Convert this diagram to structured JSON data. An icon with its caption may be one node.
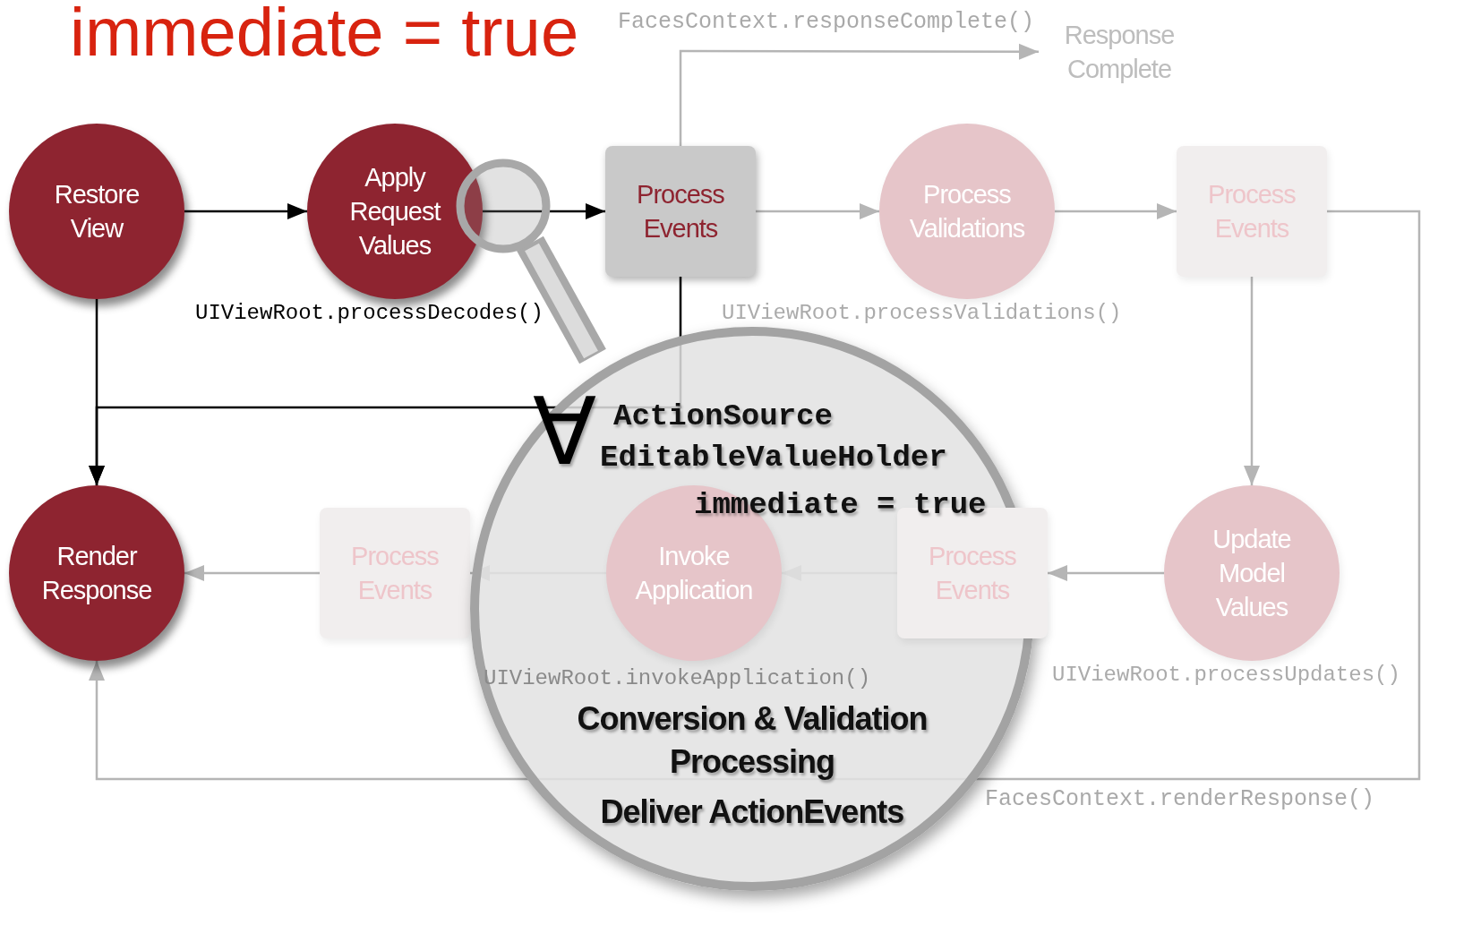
{
  "diagram": {
    "title": "immediate = true",
    "nodes": [
      {
        "text": [
          "Restore View"
        ]
      },
      {
        "text": [
          "Apply Request Values"
        ],
        "beside": [
          "UIViewRoot.processDecodes()"
        ]
      },
      {
        "text": [
          "Process Events"
        ]
      },
      {
        "text": [
          "Process Validations"
        ],
        "beside": [
          "UIViewRoot.processValidations()"
        ]
      },
      {
        "text": [
          "Process Events"
        ]
      },
      {
        "text": [
          "Response Complete"
        ]
      },
      {
        "text": [
          "Update Model Values"
        ],
        "beside": [
          "UIViewRoot.processUpdates()"
        ]
      },
      {
        "text": [
          "Process Events"
        ]
      },
      {
        "text": [
          "Invoke Application"
        ],
        "beside": [
          "UIViewRoot.invokeApplication()"
        ]
      },
      {
        "text": [
          "Process Events"
        ]
      },
      {
        "text": [
          "Render Response"
        ]
      }
    ],
    "labels": [
      "∀",
      "ActionSource",
      "EditableValueHolder",
      "immediate = true",
      "Conversion & Validation Processing",
      "Deliver ActionEvents"
    ],
    "edges": [
      {
        "from": 0,
        "to": 1,
        "arrow": "to",
        "color": "#000000"
      },
      {
        "from": 1,
        "to": 2,
        "arrow": "to",
        "color": "#000000"
      },
      {
        "from": 2,
        "to": 3,
        "arrow": "to"
      },
      {
        "from": 3,
        "to": 4,
        "arrow": "to"
      },
      {
        "from": 4,
        "to": 6,
        "arrow": "to"
      },
      {
        "from": 6,
        "to": 7,
        "arrow": "to"
      },
      {
        "from": 7,
        "to": 8,
        "arrow": "to"
      },
      {
        "from": 8,
        "to": 9,
        "arrow": "to"
      },
      {
        "from": 9,
        "to": 10,
        "arrow": "to"
      },
      {
        "from": 2,
        "to": 5,
        "arrow": "to",
        "label": "FacesContext.responseComplete()"
      },
      {
        "from": 0,
        "to": 10,
        "arrow": "to",
        "color": "#000000"
      },
      {
        "from": 2,
        "to": 10,
        "arrow": "to",
        "color": "#000000"
      },
      {
        "from": 4,
        "to": 10,
        "arrow": "to",
        "label": "FacesContext.renderResponse()"
      }
    ]
  }
}
